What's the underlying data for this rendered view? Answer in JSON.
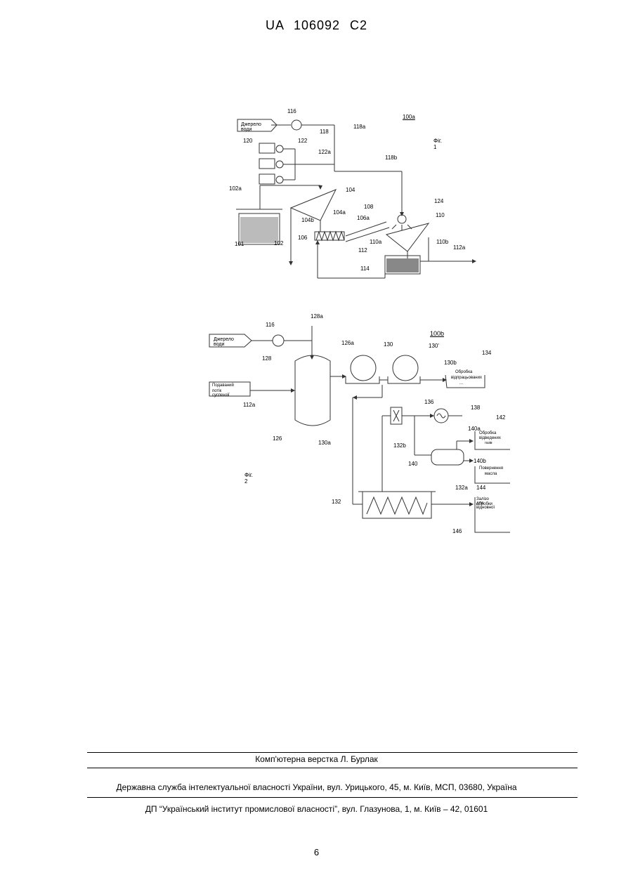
{
  "header": {
    "patent": "UA   106092   C2"
  },
  "fig1": {
    "ref": "100a",
    "caption": "Фіг. 1",
    "water_source": "Джерело води",
    "labels": {
      "l116": "116",
      "l118": "118",
      "l118a": "118a",
      "l118b": "118b",
      "l120": "120",
      "l122": "122",
      "l122a": "122a",
      "l102a": "102a",
      "l104": "104",
      "l104a": "104a",
      "l104b": "104b",
      "l101": "101",
      "l102": "102",
      "l106": "106",
      "l106a": "106a",
      "l108": "108",
      "l124": "124",
      "l110": "110",
      "l110a": "110a",
      "l110b": "110b",
      "l112": "112",
      "l112a": "112a",
      "l114": "114"
    }
  },
  "fig2": {
    "ref": "100b",
    "caption": "Фіг. 2",
    "water_source": "Джерело води",
    "feed_line1": "Подаваний",
    "feed_line2": "потік суспензії",
    "spent_line1": "Обробка",
    "spent_line2": "відпрацьованих",
    "spent_line3": "...",
    "gas_line1": "Обробка",
    "gas_line2": "відведених",
    "gas_line3": "газів",
    "oil_line1": "Повернення",
    "oil_line2": "масла",
    "solid_line1": "Залізо для відновної",
    "solid_line2": "обробки",
    "labels": {
      "l116": "116",
      "l128": "128",
      "l128a": "128a",
      "l126a": "126a",
      "l130": "130",
      "l130p": "130'",
      "l130b": "130b",
      "l134": "134",
      "l112a": "112a",
      "l126": "126",
      "l136": "136",
      "l138": "138",
      "l142": "142",
      "l140a": "140a",
      "l130a": "130a",
      "l132b": "132b",
      "l140": "140",
      "l140b": "140b",
      "l144": "144",
      "l132a": "132a",
      "l132": "132",
      "l146": "146"
    }
  },
  "footer": {
    "layout": "Комп'ютерна верстка Л. Бурлак",
    "office": "Державна служба інтелектуальної власності України, вул. Урицького, 45, м. Київ, МСП, 03680, Україна",
    "institute": "ДП “Український інститут промислової власності”, вул. Глазунова, 1, м. Київ – 42, 01601",
    "page": "6"
  }
}
